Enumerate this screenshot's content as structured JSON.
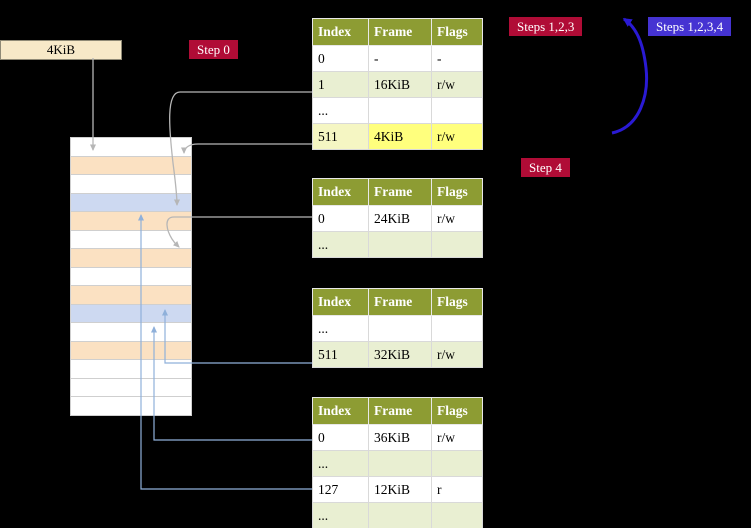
{
  "labels": {
    "frame_size": "4KiB",
    "step0": "Step 0",
    "steps123": "Steps 1,2,3",
    "steps1234": "Steps 1,2,3,4",
    "step4": "Step 4"
  },
  "colors": {
    "header_bg": "#8d9c33",
    "row_alt": "#e9efd2",
    "highlight_index": "#f5f6c3",
    "highlight_cell": "#ffff7d",
    "label_red": "#b00c36",
    "label_blue": "#4533d2",
    "frame_box_bg": "#f7e9c8",
    "mem_peach": "#fbe1c2",
    "mem_blue": "#cdd9f1",
    "arrow_gray": "#b6b6b6",
    "arrow_blue_light": "#8fb0da",
    "arrow_blue_bold": "#2a1ad3"
  },
  "tables": [
    {
      "headers": [
        "Index",
        "Frame",
        "Flags"
      ],
      "rows": [
        {
          "variant": "white",
          "cells": [
            "0",
            "-",
            "-"
          ]
        },
        {
          "variant": "alt",
          "cells": [
            "1",
            "16KiB",
            "r/w"
          ]
        },
        {
          "variant": "white",
          "cells": [
            "...",
            "",
            ""
          ]
        },
        {
          "variant": "highlight",
          "cells": [
            "511",
            "4KiB",
            "r/w"
          ]
        }
      ]
    },
    {
      "headers": [
        "Index",
        "Frame",
        "Flags"
      ],
      "rows": [
        {
          "variant": "white",
          "cells": [
            "0",
            "24KiB",
            "r/w"
          ]
        },
        {
          "variant": "alt",
          "cells": [
            "...",
            "",
            ""
          ]
        }
      ]
    },
    {
      "headers": [
        "Index",
        "Frame",
        "Flags"
      ],
      "rows": [
        {
          "variant": "white",
          "cells": [
            "...",
            "",
            ""
          ]
        },
        {
          "variant": "alt",
          "cells": [
            "511",
            "32KiB",
            "r/w"
          ]
        }
      ]
    },
    {
      "headers": [
        "Index",
        "Frame",
        "Flags"
      ],
      "rows": [
        {
          "variant": "white",
          "cells": [
            "0",
            "36KiB",
            "r/w"
          ]
        },
        {
          "variant": "alt",
          "cells": [
            "...",
            "",
            ""
          ]
        },
        {
          "variant": "white",
          "cells": [
            "127",
            "12KiB",
            "r"
          ]
        },
        {
          "variant": "alt",
          "cells": [
            "...",
            "",
            ""
          ]
        }
      ]
    }
  ],
  "memory": {
    "rows": [
      "white",
      "peach",
      "white",
      "blue",
      "peach",
      "white",
      "peach",
      "white",
      "peach",
      "blue",
      "white",
      "peach",
      "white",
      "white",
      "white"
    ]
  }
}
